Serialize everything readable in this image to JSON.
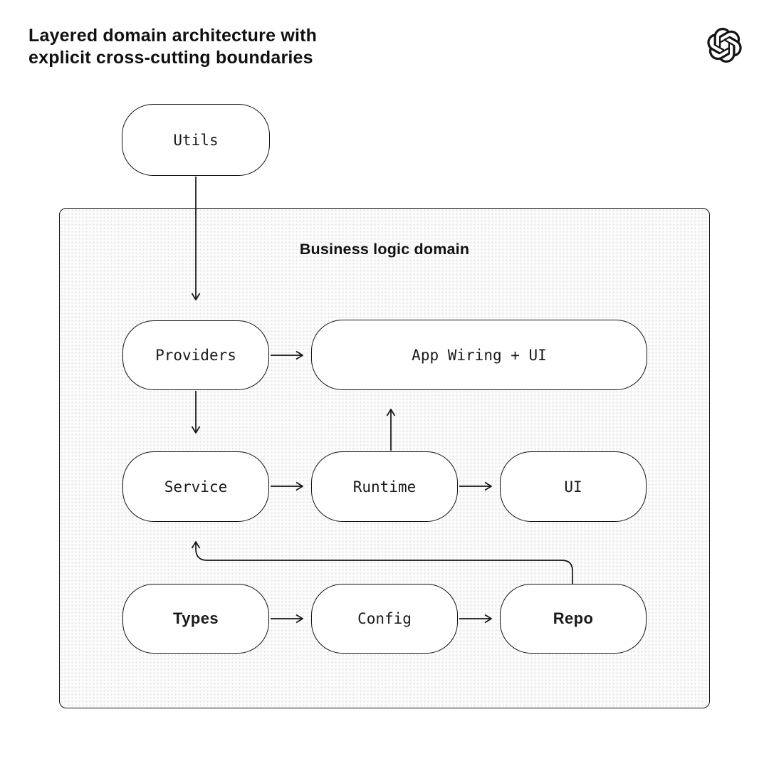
{
  "header": {
    "title_line1": "Layered domain architecture with",
    "title_line2": "explicit cross-cutting boundaries",
    "logo_icon": "openai-logo"
  },
  "container": {
    "label": "Business logic domain"
  },
  "nodes": {
    "utils": {
      "label": "Utils"
    },
    "providers": {
      "label": "Providers"
    },
    "app_wiring": {
      "label": "App Wiring + UI"
    },
    "service": {
      "label": "Service"
    },
    "runtime": {
      "label": "Runtime"
    },
    "ui": {
      "label": "UI"
    },
    "types": {
      "label": "Types"
    },
    "config": {
      "label": "Config"
    },
    "repo": {
      "label": "Repo"
    }
  },
  "edges": [
    {
      "from": "Utils",
      "to": "Providers"
    },
    {
      "from": "Providers",
      "to": "App Wiring + UI"
    },
    {
      "from": "Providers",
      "to": "Service"
    },
    {
      "from": "Service",
      "to": "Runtime"
    },
    {
      "from": "Runtime",
      "to": "UI"
    },
    {
      "from": "Runtime",
      "to": "App Wiring + UI"
    },
    {
      "from": "Types",
      "to": "Config"
    },
    {
      "from": "Config",
      "to": "Repo"
    },
    {
      "from": "Repo",
      "to": "Service"
    }
  ],
  "colors": {
    "ink": "#141414",
    "node_fill": "#ffffff",
    "container_fill": "#fcfcfc",
    "texture_dot": "#e2e2e2",
    "page_bg": "#ffffff"
  }
}
